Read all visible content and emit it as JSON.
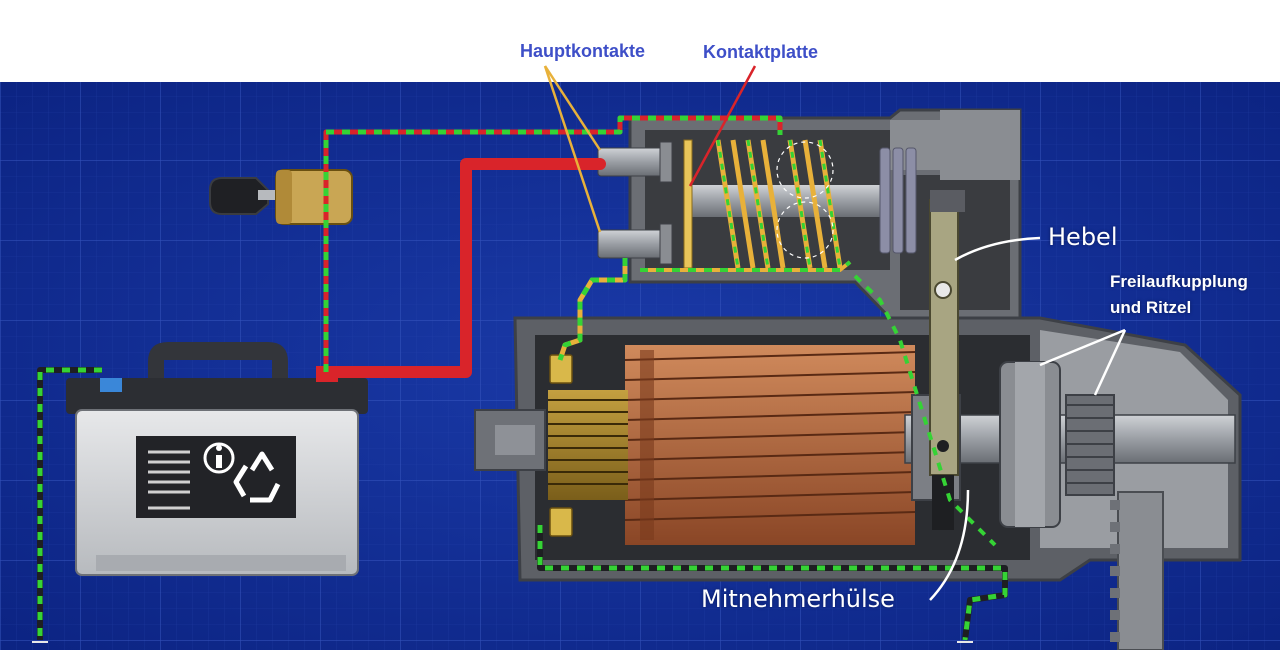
{
  "labels": {
    "hauptkontakte": "Hauptkontakte",
    "kontaktplatte": "Kontaktplatte",
    "hebel": "Hebel",
    "freilauf_line1": "Freilaufkupplung",
    "freilauf_line2": "und Ritzel",
    "mitnehmerhuelse": "Mitnehmerhülse"
  },
  "colors": {
    "background": "#ffffff",
    "blueprint": "#0d2a8c",
    "grid": "#2a48b0",
    "label_blue": "#3e4fc8",
    "wire_red": "#d9242a",
    "wire_green": "#35d335",
    "wire_yellow": "#e8b13a",
    "copper": "#b4643c",
    "housing_grey": "#8a8d92"
  },
  "icons": [
    "key-icon",
    "info-icon",
    "recycle-icon",
    "ground-icon"
  ]
}
